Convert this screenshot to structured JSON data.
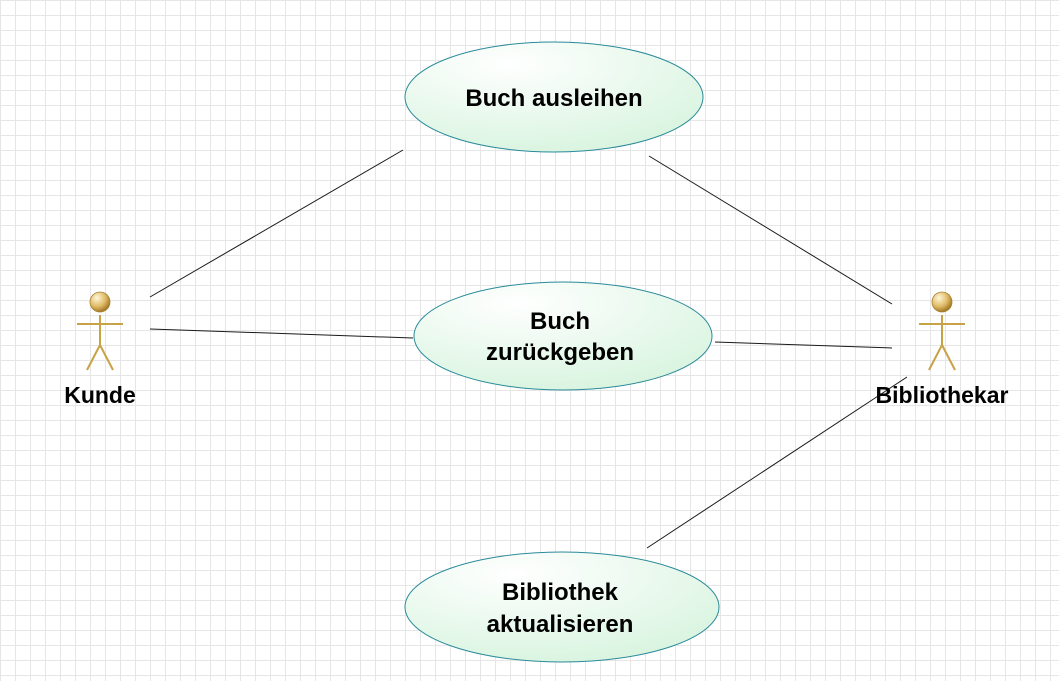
{
  "actors": {
    "kunde": "Kunde",
    "bibliothekar": "Bibliothekar"
  },
  "use_cases": {
    "ausleihen": {
      "line1": "Buch ausleihen"
    },
    "zurueckgeben": {
      "line1": "Buch",
      "line2": "zurückgeben"
    },
    "aktualisieren": {
      "line1": "Bibliothek",
      "line2": "aktualisieren"
    }
  },
  "colors": {
    "use_case_fill": "#e4f8e9",
    "use_case_border": "#2a8a9a",
    "actor": "#c8a246",
    "grid": "#e6e6e6"
  }
}
